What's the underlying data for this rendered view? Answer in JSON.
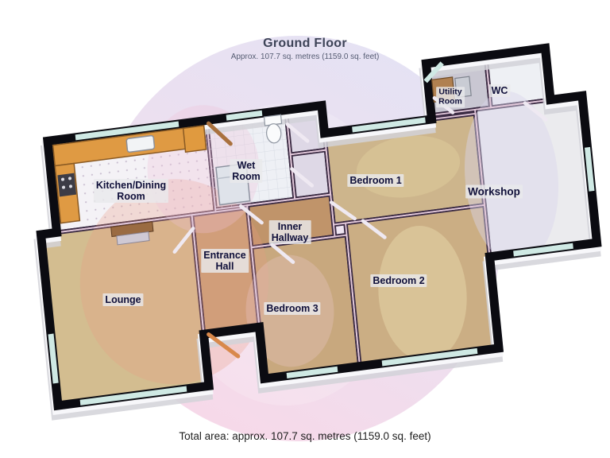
{
  "title": {
    "heading": "Ground Floor",
    "subheading": "Approx. 107.7 sq. metres (1159.0 sq. feet)"
  },
  "footer": {
    "total_area": "Total area: approx. 107.7 sq. metres (1159.0 sq. feet)"
  },
  "rooms": [
    {
      "id": "kitchen-dining-room",
      "label": "Kitchen/Dining\nRoom"
    },
    {
      "id": "wet-room",
      "label": "Wet\nRoom"
    },
    {
      "id": "utility-room",
      "label": "Utility\nRoom"
    },
    {
      "id": "wc",
      "label": "WC"
    },
    {
      "id": "bedroom-1",
      "label": "Bedroom 1"
    },
    {
      "id": "workshop",
      "label": "Workshop"
    },
    {
      "id": "inner-hallway",
      "label": "Inner\nHallway"
    },
    {
      "id": "entrance-hall",
      "label": "Entrance\nHall"
    },
    {
      "id": "lounge",
      "label": "Lounge"
    },
    {
      "id": "bedroom-3",
      "label": "Bedroom 3"
    },
    {
      "id": "bedroom-2",
      "label": "Bedroom 2"
    }
  ],
  "colors": {
    "watermark_blue": "#e4e2f4",
    "watermark_pink": "#f8d8e8",
    "exterior_wall": "#0b0b11",
    "interior_wall_highlight": "#e2c8da",
    "carpet_tan": "#cdb58c",
    "hall_wood": "#c8a078",
    "kitchen_tile": "#f4f2f6",
    "workshop_floor": "#ebebee",
    "glass": "#cfe9e4",
    "counter_orange": "#df9a43",
    "door_wood": "#c8824a",
    "label_text": "#10103a",
    "label_background": "#e9e9eb"
  }
}
